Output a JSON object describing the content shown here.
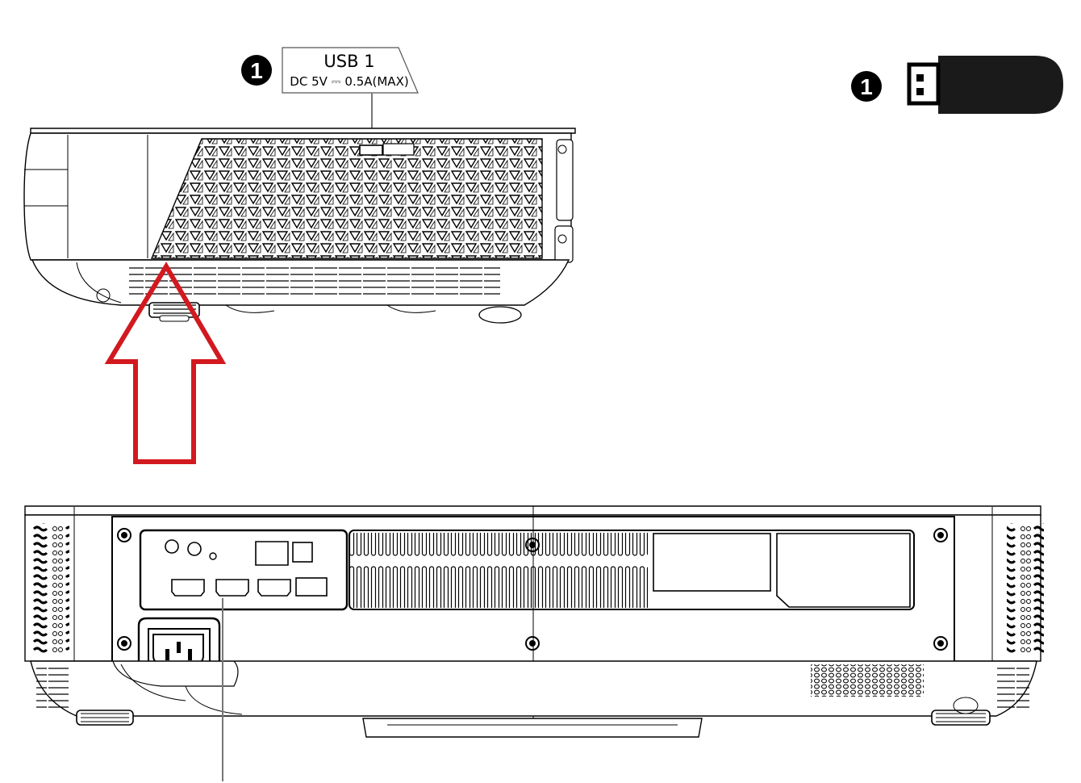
{
  "usb_label": {
    "title": "USB 1",
    "spec": "DC 5V ⎓ 0.5A(MAX)"
  },
  "badges": {
    "usb_port_badge": "1",
    "usb_drive_badge": "1"
  },
  "colors": {
    "arrow": "#d2191f",
    "outline": "#000000",
    "badge_fill": "#000000",
    "badge_text": "#ffffff"
  },
  "icons": [
    "usb-drive-icon",
    "up-arrow-icon",
    "power-socket-icon"
  ]
}
